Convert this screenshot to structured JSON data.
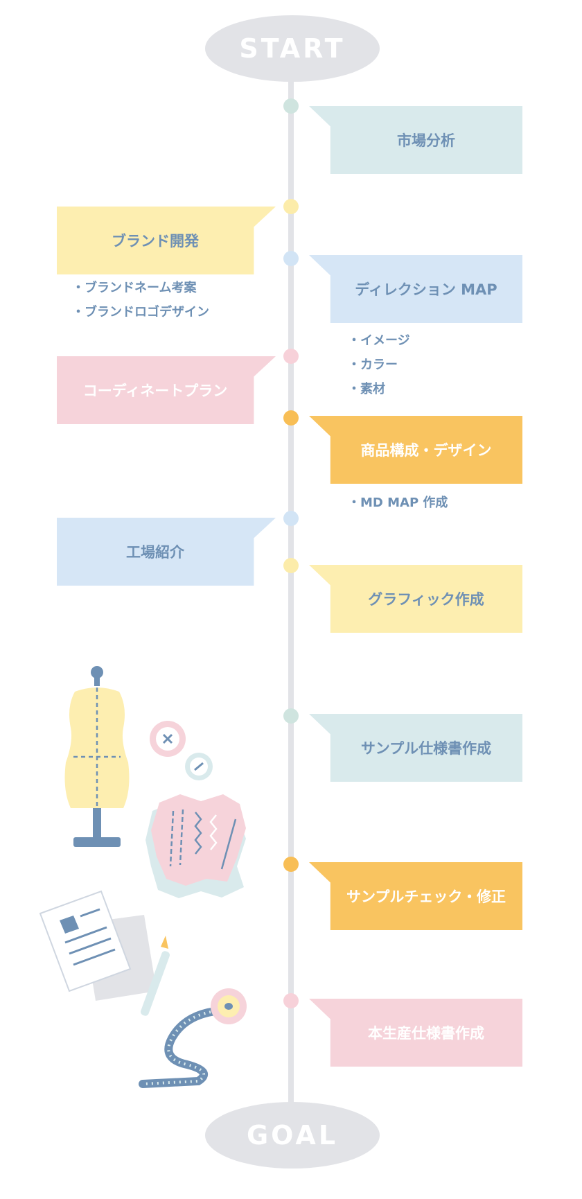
{
  "start_label": "START",
  "goal_label": "GOAL",
  "colors": {
    "mint": "#d9eaec",
    "yellow": "#fdeeb0",
    "blue": "#d6e6f6",
    "pink": "#f6d3da",
    "orange": "#f9c460",
    "text_blue": "#6e90b4",
    "dot_mint": "#cfe4df",
    "dot_yellow": "#fcecaa",
    "dot_blue": "#d2e4f5",
    "dot_pink": "#f7d1d9",
    "dot_orange": "#f8be55"
  },
  "steps": [
    {
      "label": "市場分析"
    },
    {
      "label": "ブランド開発",
      "bullets": [
        "ブランドネーム考案",
        "ブランドロゴデザイン"
      ]
    },
    {
      "label": "ディレクション MAP",
      "bullets": [
        "イメージ",
        "カラー",
        "素材"
      ]
    },
    {
      "label": "コーディネートプラン"
    },
    {
      "label": "商品構成・デザイン",
      "bullets": [
        "MD MAP 作成"
      ]
    },
    {
      "label": "工場紹介"
    },
    {
      "label": "グラフィック作成"
    },
    {
      "label": "サンプル仕様書作成"
    },
    {
      "label": "サンプルチェック・修正"
    },
    {
      "label": "本生産仕様書作成"
    }
  ],
  "illustration_icons": [
    "dress-form-icon",
    "button-icon",
    "fabric-swatch-icon",
    "spec-sheet-icon",
    "pencil-icon",
    "tape-measure-icon"
  ]
}
